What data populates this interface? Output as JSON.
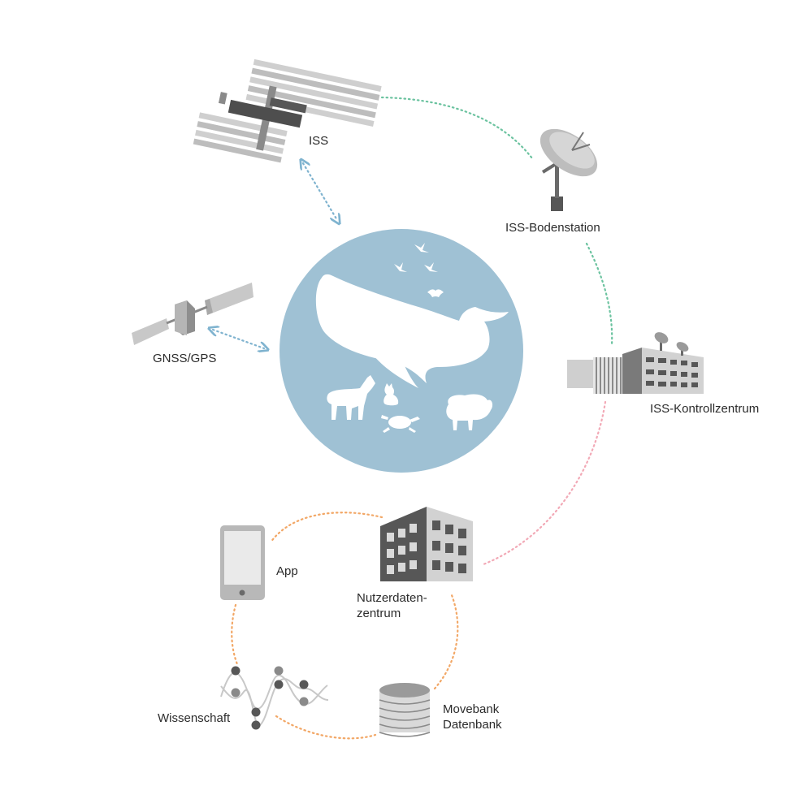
{
  "labels": {
    "iss": "ISS",
    "ground_station": "ISS-Bodenstation",
    "gnss": "GNSS/GPS",
    "control_center": "ISS-Kontrollzentrum",
    "app": "App",
    "user_data_center_line1": "Nutzerdaten-",
    "user_data_center_line2": "zentrum",
    "science": "Wissenschaft",
    "movebank_line1": "Movebank",
    "movebank_line2": "Datenbank"
  },
  "colors": {
    "circle": "#9fc1d4",
    "link_green": "#6cc3a0",
    "link_pink": "#f2a9b6",
    "link_orange": "#f2a766",
    "link_blue": "#7fb3cf",
    "icon_dark": "#575757",
    "icon_mid": "#8a8a8a",
    "icon_light": "#cfcfcf"
  },
  "icons": [
    "iss-station-icon",
    "ground-station-dish-icon",
    "gnss-satellite-icon",
    "control-center-building-icon",
    "smartphone-app-icon",
    "data-center-building-icon",
    "science-graph-icon",
    "database-icon",
    "animals-icon"
  ]
}
